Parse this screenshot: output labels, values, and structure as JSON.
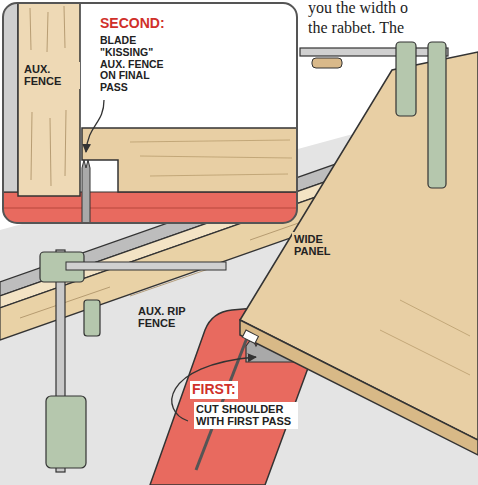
{
  "diagram": {
    "labels": [
      "you the width o",
      "the rabbet. The",
      "AUX. FENCE",
      "SECOND:",
      "BLADE \"KISSING\" AUX. FENCE ON FINAL PASS",
      "WIDE PANEL",
      "AUX. RIP FENCE",
      "FIRST:",
      "CUT SHOULDER WITH FIRST PASS"
    ]
  }
}
